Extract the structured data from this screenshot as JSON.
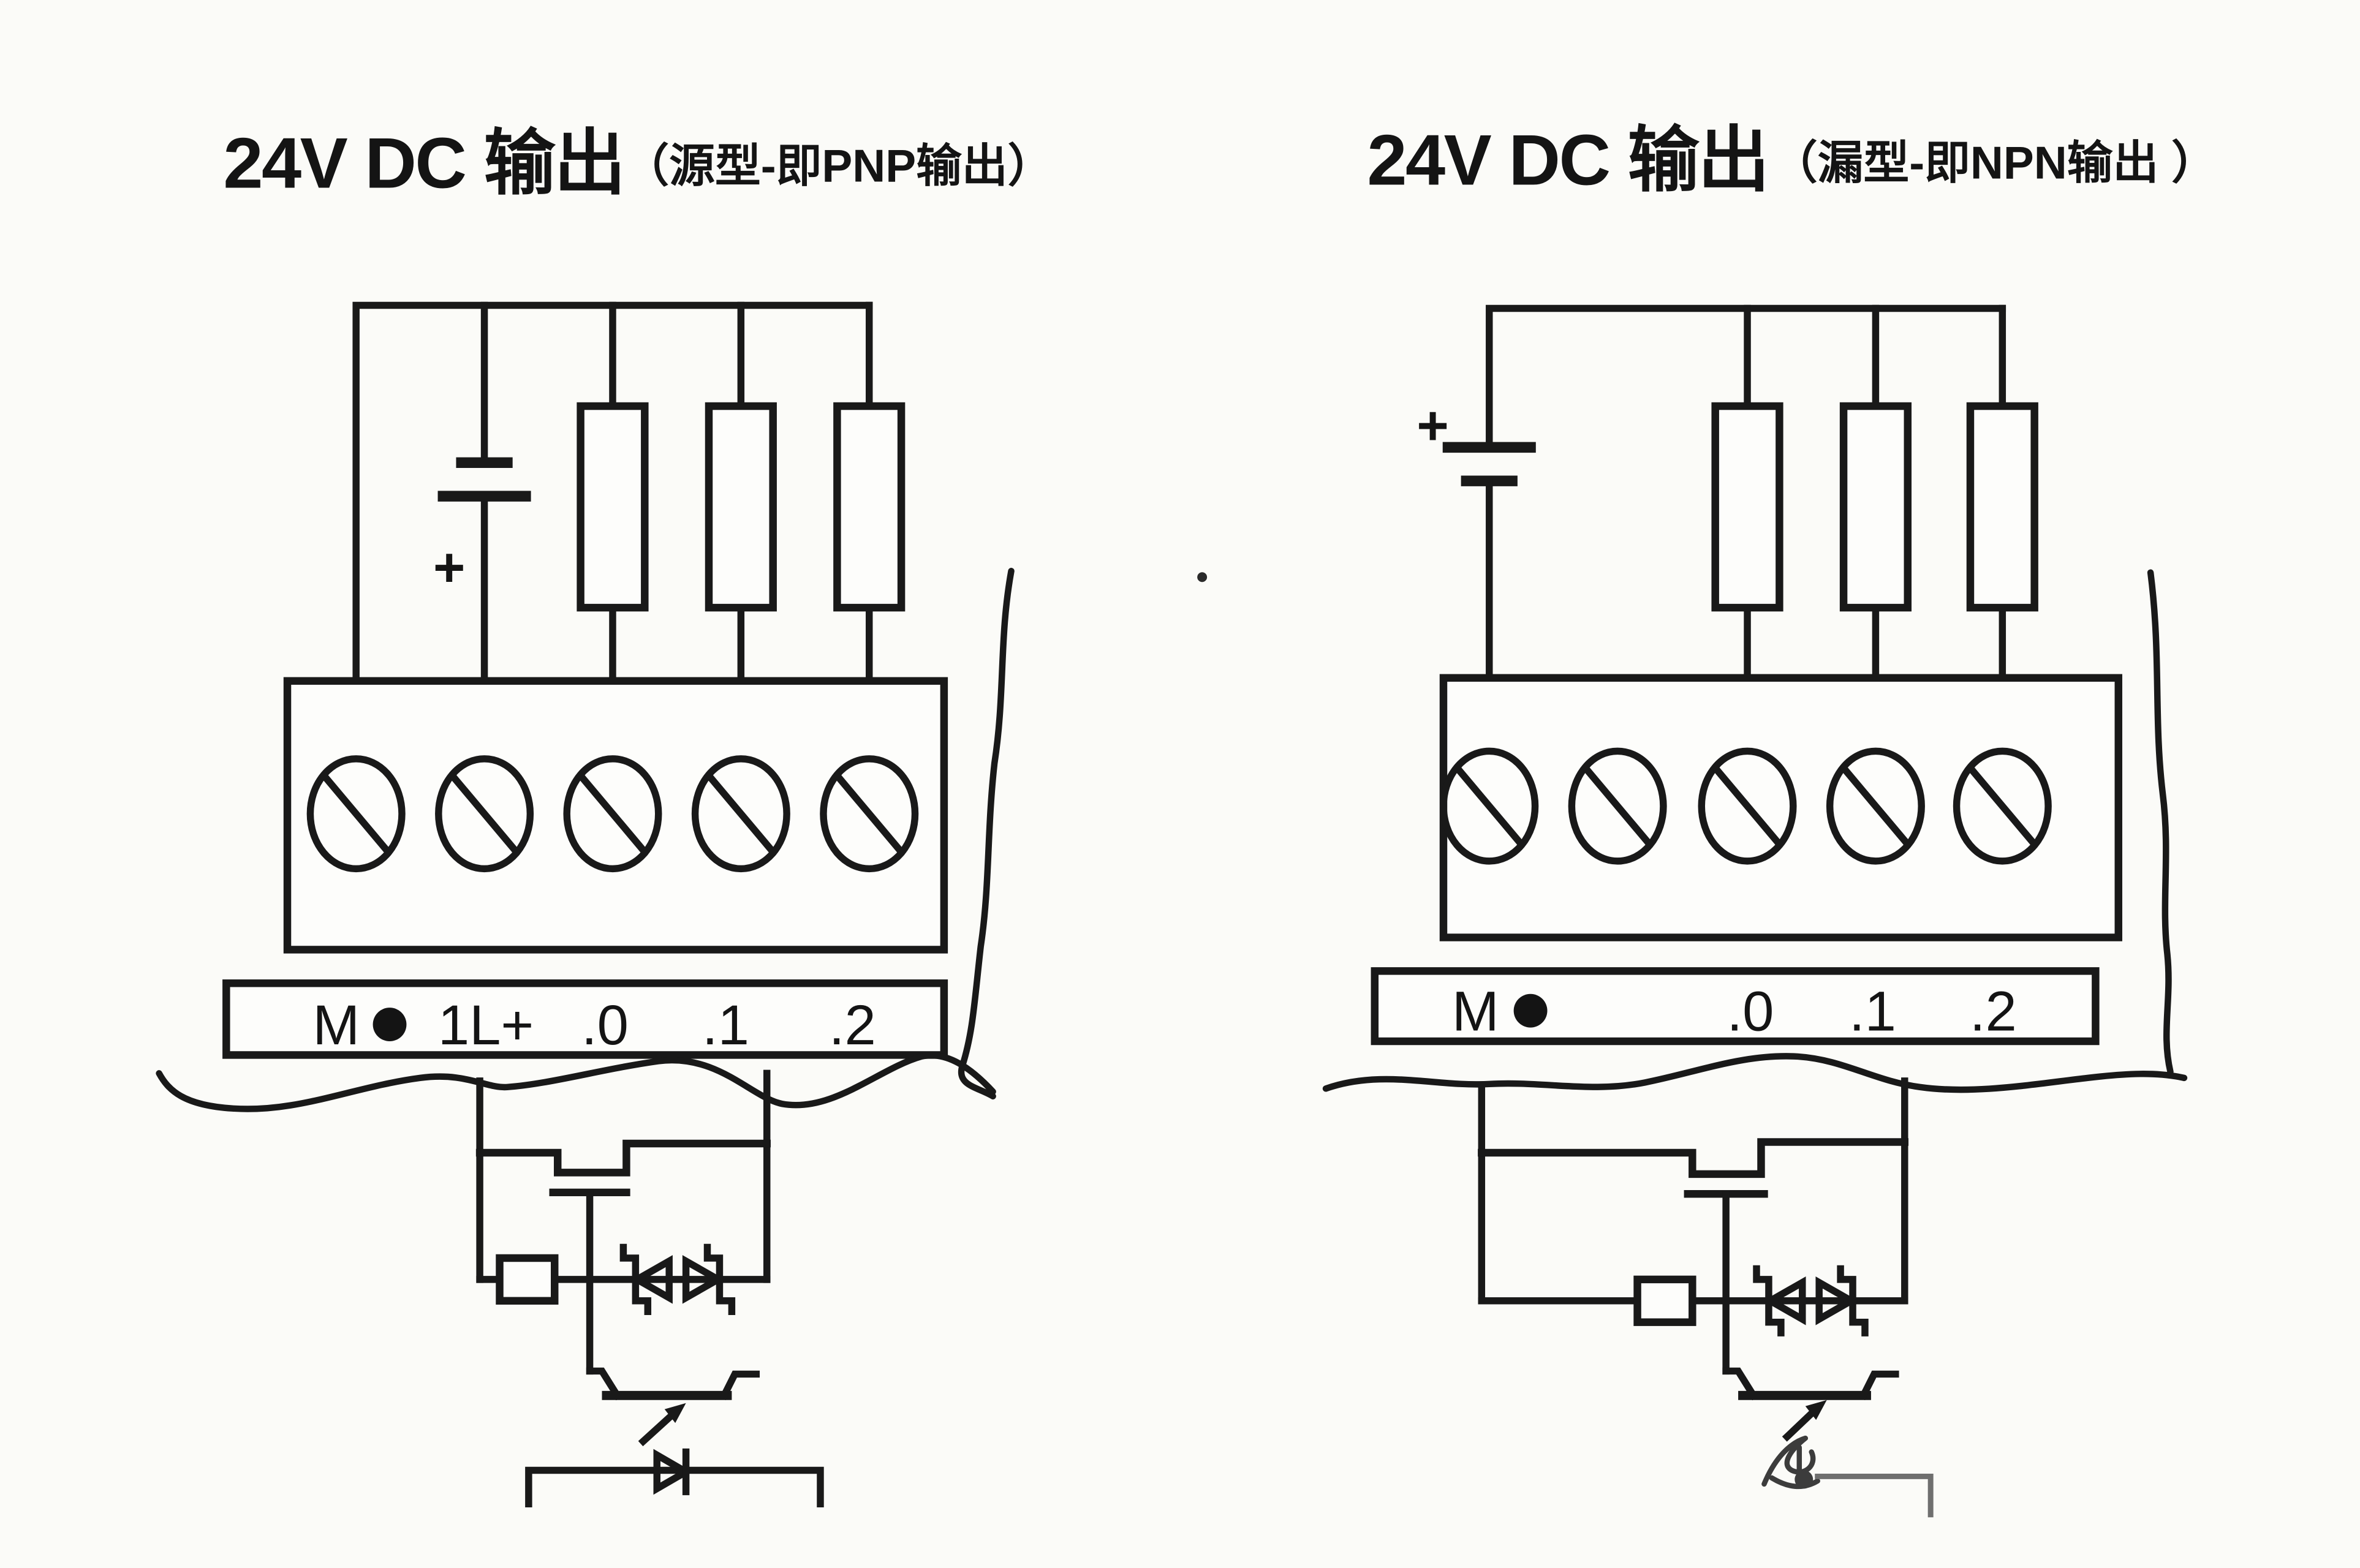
{
  "page": {
    "background": "#fbfbf8",
    "ink_color": "#191919"
  },
  "left_diagram": {
    "title": "24V DC 输出",
    "title_annotation": "（源型-即PNP输出）",
    "plus_sign": "+",
    "m_dot": "●",
    "terminal_labels": [
      "M",
      "1L+",
      ".0",
      ".1",
      ".2"
    ]
  },
  "right_diagram": {
    "title": "24V DC 输出",
    "title_annotation": "（漏型-即NPN输出 ）",
    "plus_sign": "+",
    "m_dot": "●",
    "terminal_labels": [
      "M",
      ".0",
      ".1",
      ".2"
    ]
  }
}
